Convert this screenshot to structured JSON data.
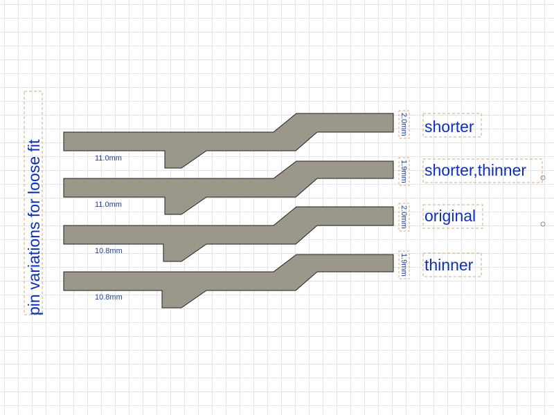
{
  "title": "pin variations for loose fit",
  "colors": {
    "pin_fill": "#9c978b",
    "pin_stroke": "#1e1e1e",
    "text": "#0d2fb3",
    "dim_text": "#1f3f8f",
    "sketch_box": "#d9a37a"
  },
  "pins": [
    {
      "name": "shorter",
      "length": "11.0mm",
      "width": "2.0mm"
    },
    {
      "name": "shorter,thinner",
      "length": "11.0mm",
      "width": "1.9mm"
    },
    {
      "name": "original",
      "length": "10.8mm",
      "width": "2.0mm"
    },
    {
      "name": "thinner",
      "length": "10.8mm",
      "width": "1.9mm"
    }
  ]
}
